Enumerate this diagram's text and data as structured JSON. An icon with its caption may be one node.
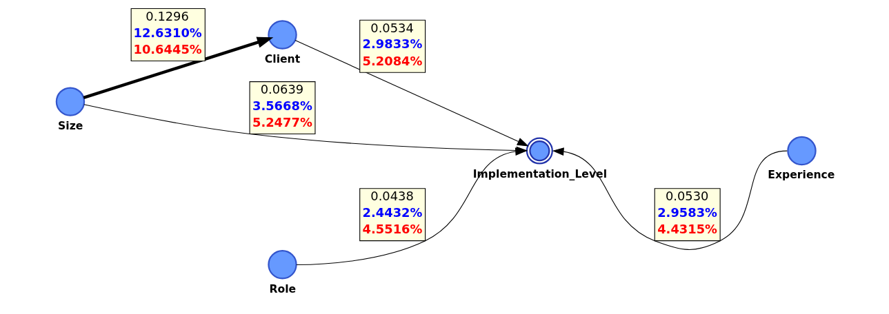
{
  "diagram": {
    "nodes": [
      {
        "text": [],
        "shape": "circle",
        "beside": [
          "Size"
        ]
      },
      {
        "text": [],
        "shape": "circle",
        "beside": [
          "Client"
        ]
      },
      {
        "text": [],
        "shape": "circle",
        "beside": [
          "Role"
        ]
      },
      {
        "text": [],
        "shape": "target",
        "beside": [
          "Implementation_Level"
        ]
      },
      {
        "text": [],
        "shape": "circle",
        "beside": [
          "Experience"
        ]
      }
    ],
    "edges": [
      {
        "from": 0,
        "to": 1,
        "arrow": "to",
        "style": "thick",
        "label": "0.1296 12.6310% 10.6445%"
      },
      {
        "from": 0,
        "to": 3,
        "arrow": "to",
        "label": "0.0639 3.5668% 5.2477%"
      },
      {
        "from": 1,
        "to": 3,
        "arrow": "to",
        "label": "0.0534 2.9833% 5.2084%"
      },
      {
        "from": 2,
        "to": 3,
        "arrow": "to",
        "label": "0.0438 2.4432% 4.5516%"
      },
      {
        "from": 4,
        "to": 3,
        "arrow": "to",
        "label": "0.0530 2.9583% 4.4315%"
      }
    ]
  }
}
